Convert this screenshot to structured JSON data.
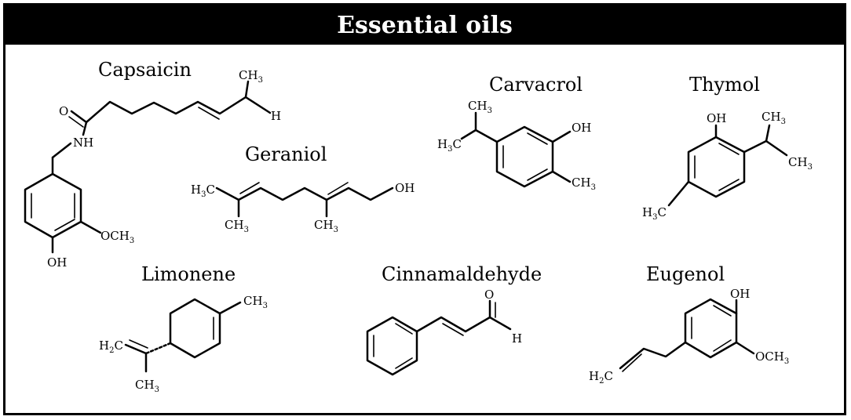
{
  "title": "Essential oils",
  "molecules": {
    "capsaicin": {
      "name": "Capsaicin",
      "O": "O",
      "NH": "NH",
      "OH": "OH",
      "OCH3": "OCH3",
      "CH3": "CH3",
      "H": "H"
    },
    "geraniol": {
      "name": "Geraniol",
      "H3C": "H3C",
      "CH3a": "CH3",
      "CH3b": "CH3",
      "OH": "OH"
    },
    "carvacrol": {
      "name": "Carvacrol",
      "CH3a": "CH3",
      "H3C": "H3C",
      "OH": "OH",
      "CH3b": "CH3"
    },
    "thymol": {
      "name": "Thymol",
      "OH": "OH",
      "CH3a": "CH3",
      "CH3b": "CH3",
      "H3C": "H3C"
    },
    "limonene": {
      "name": "Limonene",
      "CH3a": "CH3",
      "H2C": "H2C",
      "CH3b": "CH3"
    },
    "cinnamaldehyde": {
      "name": "Cinnamaldehyde",
      "O": "O",
      "H": "H"
    },
    "eugenol": {
      "name": "Eugenol",
      "OH": "OH",
      "OCH3": "OCH3",
      "H2C": "H2C"
    }
  }
}
